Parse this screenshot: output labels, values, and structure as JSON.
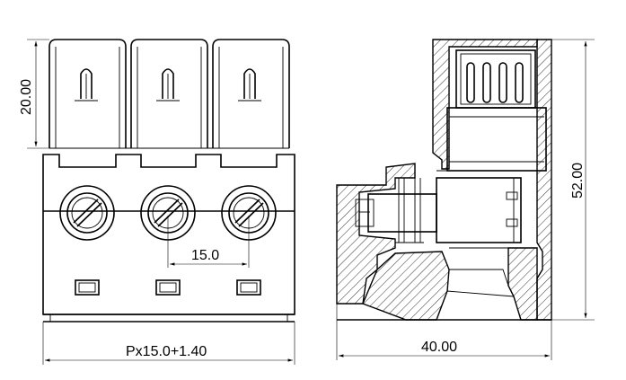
{
  "front_view": {
    "height_label": "20.00",
    "pitch_label": "15.0",
    "width_label": "Px15.0+1.40",
    "pole_count": 3
  },
  "side_view": {
    "height_label": "52.00",
    "width_label": "40.00"
  }
}
